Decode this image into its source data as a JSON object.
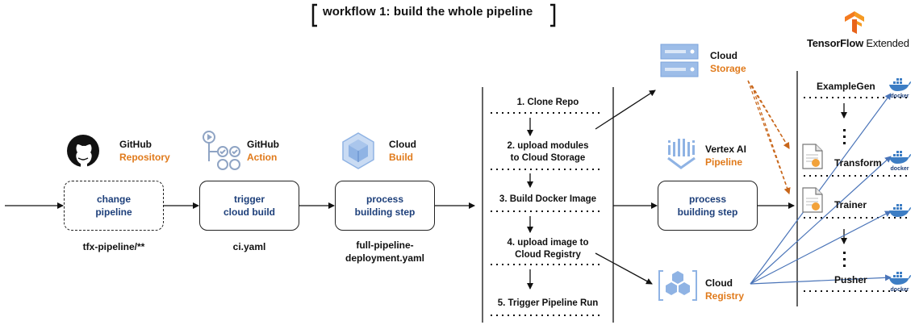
{
  "title": "workflow 1: build the whole pipeline",
  "tfx": {
    "brand_tensor": "TensorFlow",
    "brand_extended": " Extended",
    "icon": "tensorflow-logo"
  },
  "github_repo": {
    "line1": "GitHub",
    "line2": "Repository",
    "icon": "github-icon",
    "box_label": [
      "change",
      "pipeline"
    ],
    "caption": "tfx-pipeline/**"
  },
  "github_action": {
    "line1": "GitHub",
    "line2": "Action",
    "icon": "github-action-icon",
    "box_label": [
      "trigger",
      "cloud build"
    ],
    "caption": "ci.yaml"
  },
  "cloud_build": {
    "line1": "Cloud",
    "line2": "Build",
    "icon": "cloud-build-icon",
    "box_label": [
      "process",
      "building step"
    ],
    "caption": [
      "full-pipeline-",
      "deployment.yaml"
    ]
  },
  "steps": [
    [
      "1. Clone Repo"
    ],
    [
      "2. upload modules",
      "to Cloud Storage"
    ],
    [
      "3. Build Docker Image"
    ],
    [
      "4. upload image to",
      "Cloud Registry"
    ],
    [
      "5. Trigger Pipeline Run"
    ]
  ],
  "cloud_storage": {
    "line1": "Cloud",
    "line2": "Storage",
    "icon": "cloud-storage-icon"
  },
  "vertex_ai": {
    "line1": "Vertex AI",
    "line2": "Pipeline",
    "icon": "vertex-ai-icon",
    "box_label": [
      "process",
      "building step"
    ]
  },
  "cloud_registry": {
    "line1": "Cloud",
    "line2": "Registry",
    "icon": "cloud-registry-icon"
  },
  "components": [
    "ExampleGen",
    "Transform",
    "Trainer",
    "Pusher"
  ],
  "docker_label": "docker",
  "colors": {
    "orange": "#e07a1b",
    "navy": "#1d3f7a",
    "blue_arrow": "#4a74b8",
    "orange_arrow": "#c8661a",
    "icon_blue": "#8fb3e4"
  }
}
